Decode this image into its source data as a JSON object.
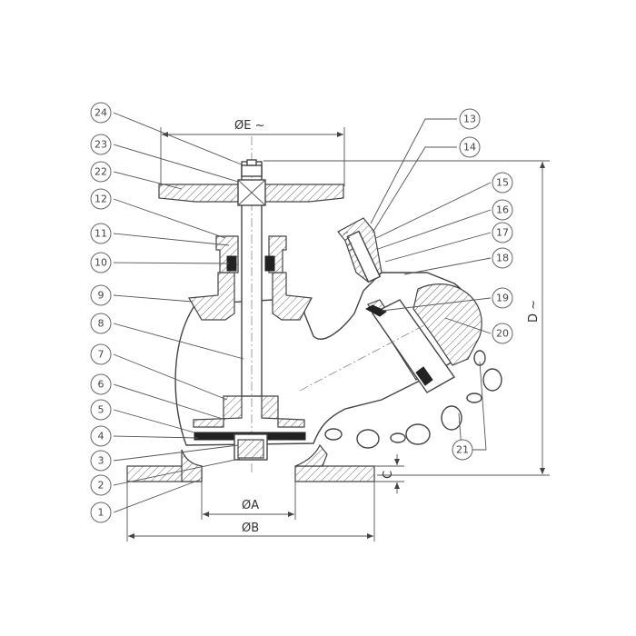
{
  "parts": [
    {
      "id": "1",
      "label": "1"
    },
    {
      "id": "2",
      "label": "2"
    },
    {
      "id": "3",
      "label": "3"
    },
    {
      "id": "4",
      "label": "4"
    },
    {
      "id": "5",
      "label": "5"
    },
    {
      "id": "6",
      "label": "6"
    },
    {
      "id": "7",
      "label": "7"
    },
    {
      "id": "8",
      "label": "8"
    },
    {
      "id": "9",
      "label": "9"
    },
    {
      "id": "10",
      "label": "10"
    },
    {
      "id": "11",
      "label": "11"
    },
    {
      "id": "12",
      "label": "12"
    },
    {
      "id": "13",
      "label": "13"
    },
    {
      "id": "14",
      "label": "14"
    },
    {
      "id": "15",
      "label": "15"
    },
    {
      "id": "16",
      "label": "16"
    },
    {
      "id": "17",
      "label": "17"
    },
    {
      "id": "18",
      "label": "18"
    },
    {
      "id": "19",
      "label": "19"
    },
    {
      "id": "20",
      "label": "20"
    },
    {
      "id": "21",
      "label": "21"
    },
    {
      "id": "22",
      "label": "22"
    },
    {
      "id": "23",
      "label": "23"
    },
    {
      "id": "24",
      "label": "24"
    }
  ],
  "dimensions": {
    "e": "ØE ~",
    "a": "ØA",
    "b": "ØB",
    "c": "C",
    "d": "D ~"
  },
  "colors": {
    "line": "#444444",
    "background": "#ffffff"
  }
}
